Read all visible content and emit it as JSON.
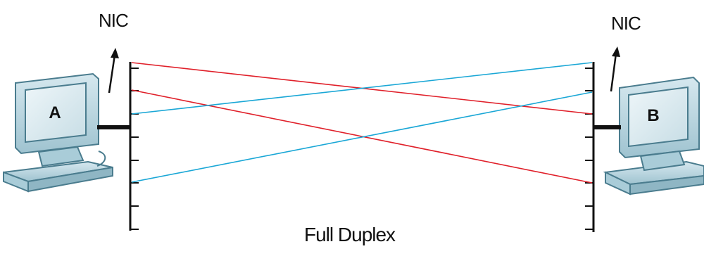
{
  "labels": {
    "nic_left": "NIC",
    "nic_right": "NIC",
    "computer_a": "A",
    "computer_b": "B",
    "caption": "Full Duplex"
  },
  "colors": {
    "send_a_to_b": "#e0202a",
    "send_b_to_a": "#1aa7d6",
    "computer_body": "#bfd9e3",
    "computer_outline": "#4a7c8e",
    "screen": "#dbe9ee"
  }
}
